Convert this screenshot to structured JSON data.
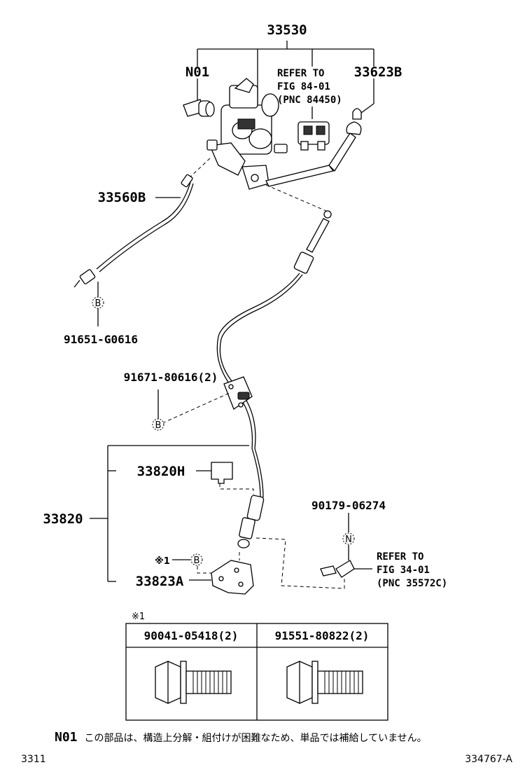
{
  "labels": {
    "assembly": "33530",
    "n01": "N01",
    "refer1_line1": "REFER TO",
    "refer1_line2": "FIG 84-01",
    "refer1_line3": "(PNC 84450)",
    "knob": "33623B",
    "cable": "33560B",
    "bolt_b1": "91651-G0616",
    "bolt_b2": "91671-80616(2)",
    "plate": "33820H",
    "cable_assy": "33820",
    "marker_star": "※1",
    "bracket": "33823A",
    "clip": "90179-06274",
    "refer2_line1": "REFER TO",
    "refer2_line2": "FIG 34-01",
    "refer2_line3": "(PNC 35572C)",
    "callout_b": "B",
    "callout_n": "N"
  },
  "table": {
    "marker": "※1",
    "col1": "90041-05418(2)",
    "col2": "91551-80822(2)"
  },
  "note": {
    "code": "N01",
    "text": "この部品は、構造上分解・組付けが困難なため、単品では補給していません。"
  },
  "footer": {
    "left": "3311",
    "right": "334767-A"
  }
}
